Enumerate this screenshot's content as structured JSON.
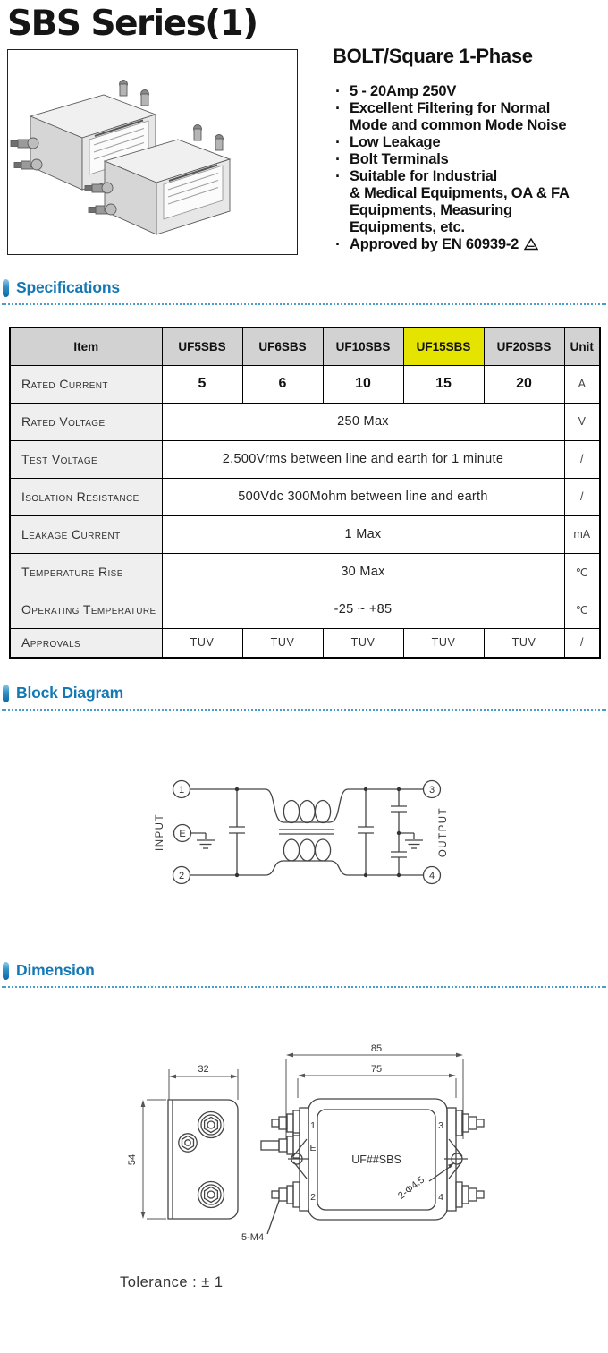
{
  "page": {
    "title": "SBS Series(1)"
  },
  "features": {
    "heading": "BOLT/Square 1-Phase",
    "items": [
      "5 - 20Amp 250V",
      "Excellent Filtering for Normal\nMode and common Mode Noise",
      "Low Leakage",
      "Bolt Terminals",
      "Suitable for Industrial\n& Medical Equipments, OA & FA\nEquipments, Measuring\nEquipments, etc.",
      "Approved by EN 60939-2"
    ]
  },
  "sections": {
    "specifications": "Specifications",
    "block_diagram": "Block Diagram",
    "dimension": "Dimension"
  },
  "spec_table": {
    "columns": [
      "Item",
      "UF5SBS",
      "UF6SBS",
      "UF10SBS",
      "UF15SBS",
      "UF20SBS",
      "Unit"
    ],
    "highlighted_column": "UF15SBS",
    "highlight_color": "#e5e400",
    "rows": [
      {
        "item": "Rated Current",
        "v0": "5",
        "v1": "6",
        "v2": "10",
        "v3": "15",
        "v4": "20",
        "unit": "A"
      },
      {
        "item": "Rated Voltage",
        "span": "250 Max",
        "unit": "V"
      },
      {
        "item": "Test Voltage",
        "span": "2,500Vrms between line and earth  for 1 minute",
        "unit": "/"
      },
      {
        "item": "Isolation Resistance",
        "span": "500Vdc 300Mohm between line and earth",
        "unit": "/"
      },
      {
        "item": "Leakage Current",
        "span": "1 Max",
        "unit": "mA"
      },
      {
        "item": "Temperature Rise",
        "span": "30 Max",
        "unit": "℃"
      },
      {
        "item": "Operating Temperature",
        "span": "-25 ~ +85",
        "unit": "℃"
      },
      {
        "item": "Approvals",
        "v0": "TUV",
        "v1": "TUV",
        "v2": "TUV",
        "v3": "TUV",
        "v4": "TUV",
        "unit": "/"
      }
    ]
  },
  "block_diagram": {
    "input_label": "INPUT",
    "output_label": "OUTPUT",
    "t1": "1",
    "t2": "2",
    "t3": "3",
    "t4": "4",
    "te": "E"
  },
  "dimension": {
    "front_width": "85",
    "front_inner_width": "75",
    "side_width": "32",
    "side_height": "54",
    "model_label": "UF##SBS",
    "hole_note": "2-Φ4.5",
    "terminal_note": "5-M4",
    "t1": "1",
    "te": "E",
    "t2": "2",
    "t3": "3",
    "t4": "4",
    "tolerance": "Tolerance : ± 1"
  },
  "colors": {
    "accent_blue": "#1478b4",
    "highlight_yellow": "#e5e400",
    "table_header_grey": "#d2d2d2",
    "item_column_grey": "#efefef"
  }
}
